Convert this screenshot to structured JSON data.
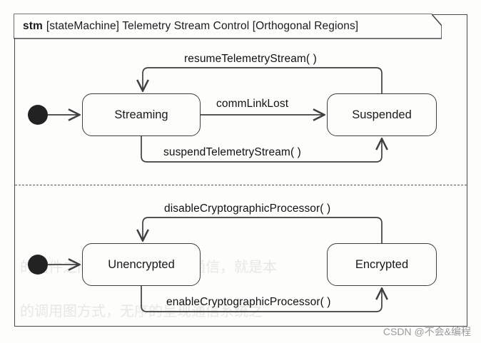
{
  "diagram": {
    "frame": {
      "kind": "stm",
      "stereotype": "[stateMachine]",
      "name": "Telemetry Stream Control",
      "qualifier": "[Orthogonal Regions]",
      "header_full": "[stateMachine] Telemetry Stream Control [Orthogonal Regions]"
    },
    "regions": [
      {
        "id": "region-telemetry",
        "states": [
          {
            "id": "streaming",
            "label": "Streaming"
          },
          {
            "id": "suspended",
            "label": "Suspended"
          }
        ],
        "initial_node": "initial-top",
        "transitions": [
          {
            "id": "resume",
            "label": "resumeTelemetryStream( )",
            "from": "suspended",
            "to": "streaming"
          },
          {
            "id": "commlink",
            "label": "commLinkLost",
            "from": "streaming",
            "to": "suspended"
          },
          {
            "id": "suspend",
            "label": "suspendTelemetryStream( )",
            "from": "streaming",
            "to": "suspended"
          }
        ]
      },
      {
        "id": "region-crypto",
        "states": [
          {
            "id": "unencrypted",
            "label": "Unencrypted"
          },
          {
            "id": "encrypted",
            "label": "Encrypted"
          }
        ],
        "initial_node": "initial-bottom",
        "transitions": [
          {
            "id": "disable",
            "label": "disableCryptographicProcessor( )",
            "from": "encrypted",
            "to": "unencrypted"
          },
          {
            "id": "enable",
            "label": "enableCryptographicProcessor( )",
            "from": "unencrypted",
            "to": "encrypted"
          }
        ]
      }
    ],
    "watermark": "CSDN @不会&编程",
    "bleed_text": {
      "line1": "的构件之间，如何进行可视通信，就是本",
      "line2": "的调用图方式，无序的呈现通信系统之"
    },
    "colors": {
      "line": "#3f3f3f",
      "frame": "#4a4a4a",
      "text": "#111111",
      "state_fill": "#fcfcfb",
      "background": "#fdfdfc",
      "initial_node": "#222222",
      "watermark": "#9b9b9b"
    }
  }
}
